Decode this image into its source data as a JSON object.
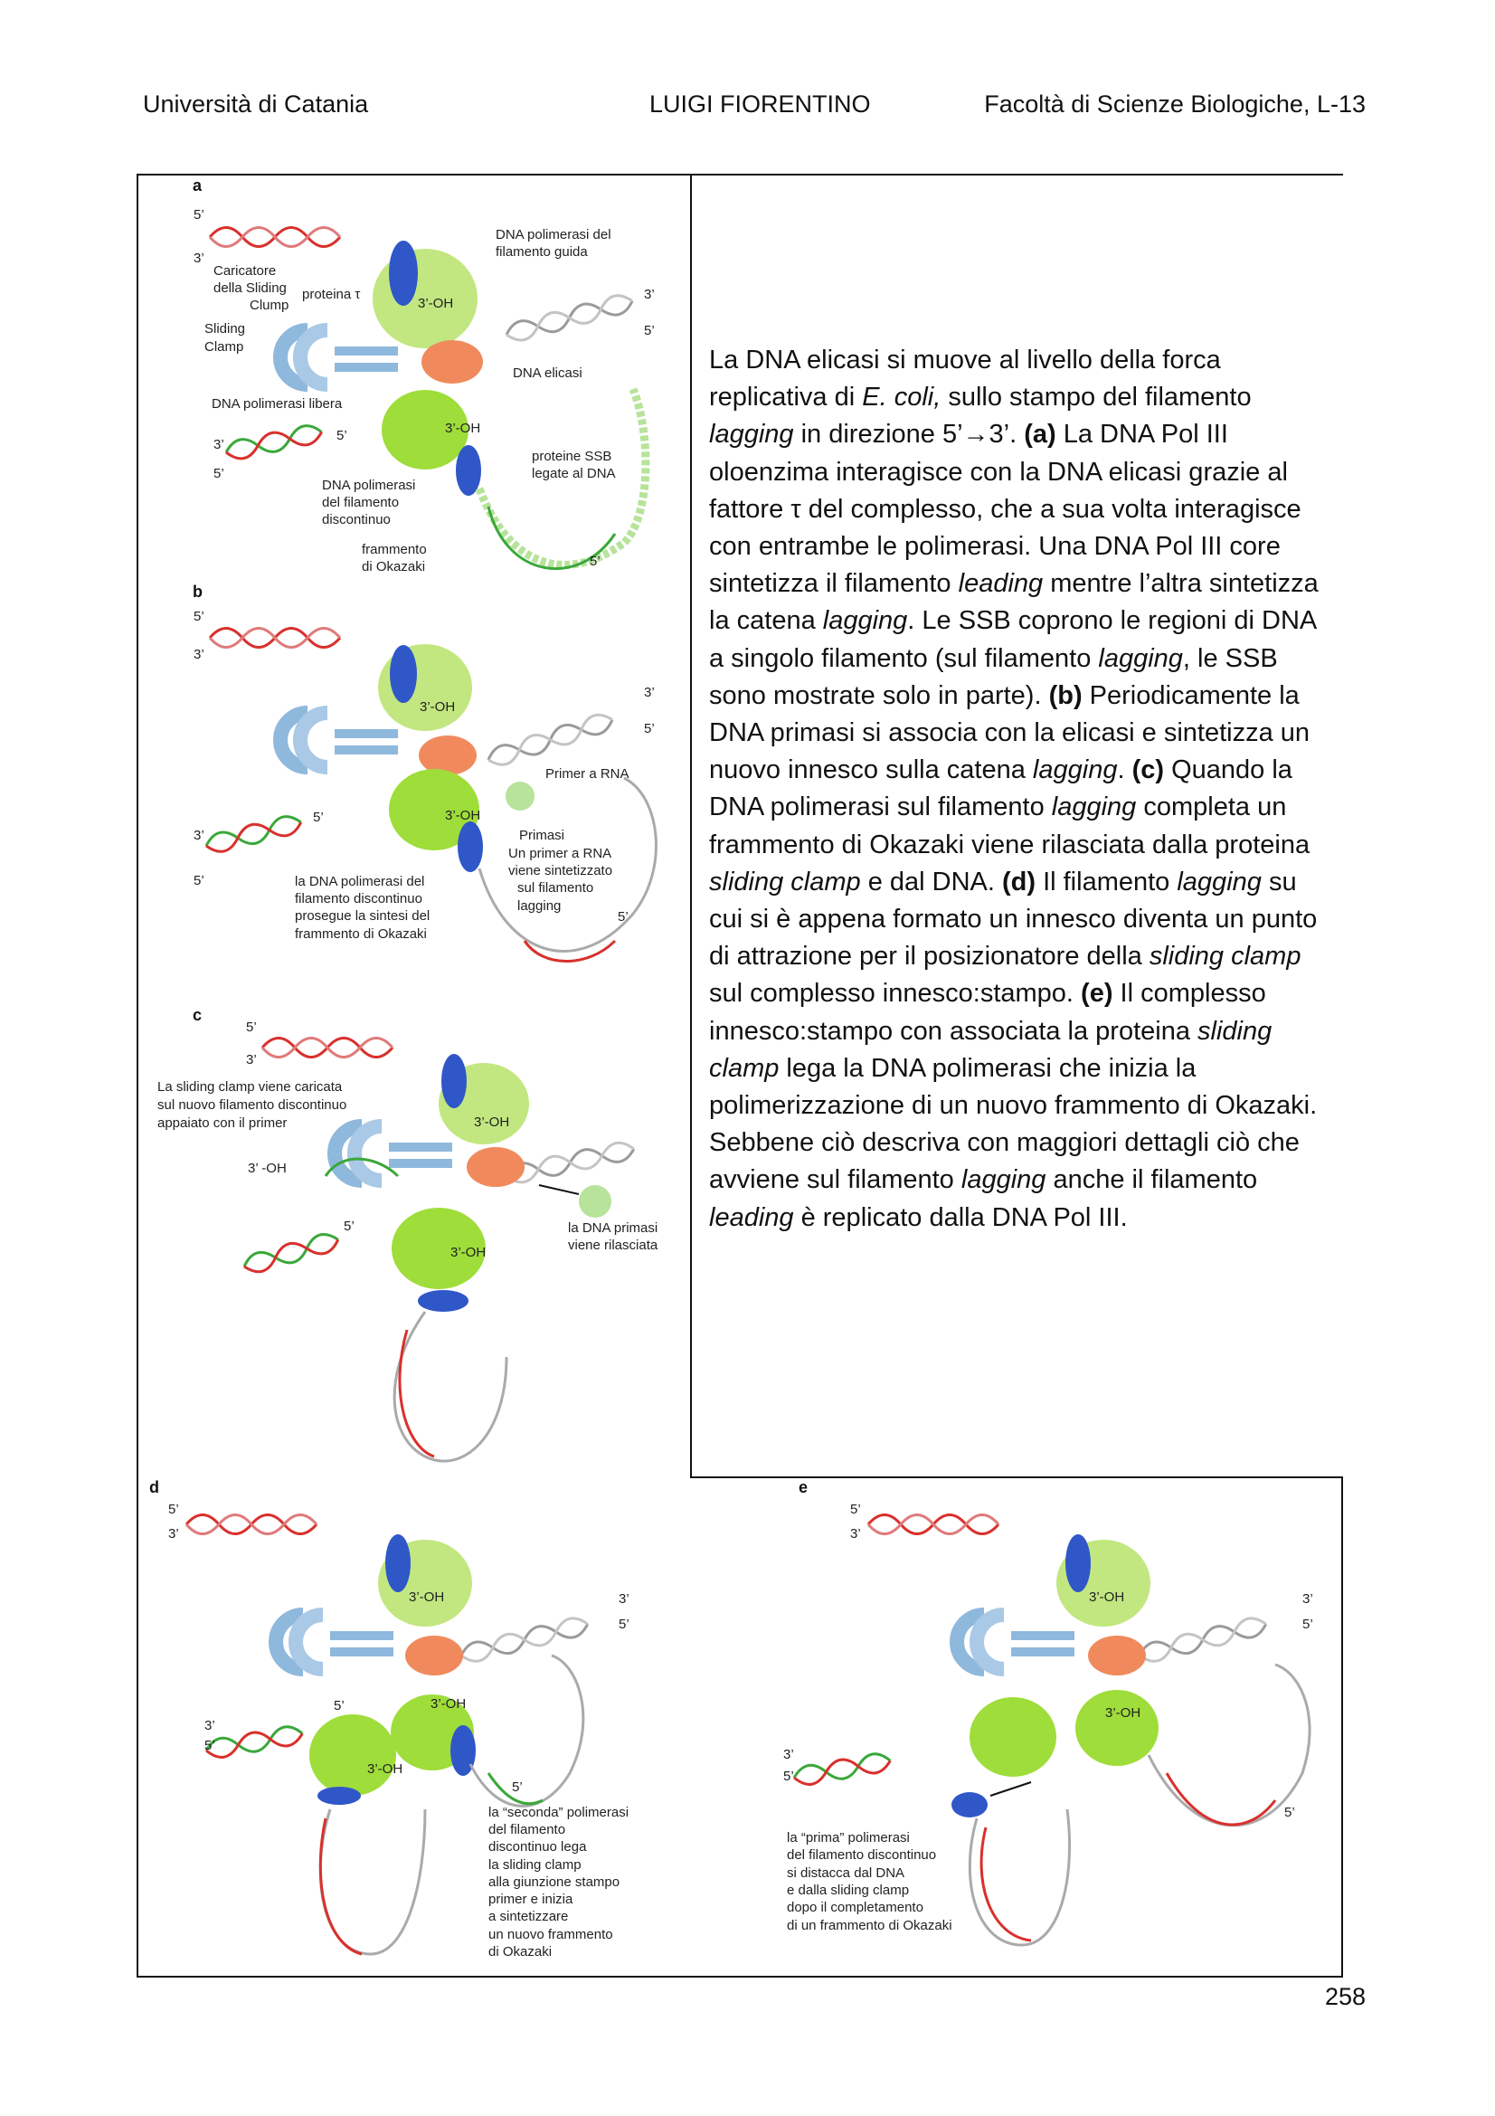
{
  "header": {
    "left": "Università di Catania",
    "center": "LUIGI FIORENTINO",
    "right": "Facoltà di Scienze Biologiche, L-13"
  },
  "page_number": "258",
  "text": {
    "p1": "La DNA elicasi si muove al livello della forca replicativa di ",
    "p1_i": "E. coli,",
    "p2": " sullo stampo del filamento ",
    "p2_i": "lagging",
    "p3": " in direzione 5’→3’. ",
    "p3_b": "(a)",
    "p4": " La DNA Pol III oloenzima interagisce con la DNA elicasi grazie al fattore τ del complesso, che a sua volta interagisce con entrambe le polimerasi. Una DNA Pol III core sintetizza il filamento ",
    "p4_i": "leading",
    "p5": " mentre l’altra sintetizza la catena ",
    "p5_i": "lagging",
    "p6": ". Le SSB coprono le regioni di DNA a singolo filamento (sul filamento ",
    "p6_i": "lagging",
    "p7": ", le SSB sono mostrate solo in parte). ",
    "p7_b": "(b)",
    "p8": " Periodicamente la DNA primasi si associa con la elicasi e sintetizza un nuovo innesco sulla catena ",
    "p8_i": "lagging",
    "p9": ". ",
    "p9_b": "(c)",
    "p10": " Quando la DNA polimerasi sul filamento ",
    "p10_i": "lagging",
    "p11": " completa un frammento di Okazaki viene rilasciata dalla proteina ",
    "p11_i": "sliding clamp",
    "p12": " e dal DNA. ",
    "p12_b": "(d)",
    "p13": " Il filamento ",
    "p13_i": "lagging",
    "p14": " su cui si è appena formato un innesco diventa un punto di attrazione per il posizionatore della ",
    "p14_i": "sliding clamp",
    "p15": " sul complesso innesco:stampo. ",
    "p15_b": "(e)",
    "p16": " Il complesso innesco:stampo con associata la proteina ",
    "p16_i": "sliding clamp",
    "p17": " lega la DNA polimerasi che inizia la polimerizzazione di un nuovo frammento di Okazaki. Sebbene ciò descriva con maggiori dettagli ciò che avviene sul filamento ",
    "p17_i": "lagging",
    "p18": " anche il filamento ",
    "p18_i": "leading",
    "p19": " è replicato dalla DNA Pol III."
  },
  "figure": {
    "panels": {
      "a": "a",
      "b": "b",
      "c": "c",
      "d": "d",
      "e": "e"
    },
    "ends": {
      "five": "5’",
      "three": "3’",
      "oh": "3’-OH",
      "oh2": "3’ -OH"
    },
    "a": {
      "pol_guida_1": "DNA polimerasi del",
      "pol_guida_2": "filamento guida",
      "caricatore_1": "Caricatore",
      "caricatore_2": "della Sliding",
      "caricatore_3": "Clump",
      "proteina_tau": "proteina τ",
      "sliding_1": "Sliding",
      "sliding_2": "Clamp",
      "elicasi": "DNA elicasi",
      "pol_libera": "DNA polimerasi libera",
      "ssb_1": "proteine SSB",
      "ssb_2": "legate al DNA",
      "pol_disc_1": "DNA polimerasi",
      "pol_disc_2": "del filamento",
      "pol_disc_3": "discontinuo",
      "okazaki_1": "frammento",
      "okazaki_2": "di Okazaki"
    },
    "b": {
      "primer_rna": "Primer a RNA",
      "primasi_1": "Primasi",
      "primasi_2": "Un primer a RNA",
      "primasi_3": "viene sintetizzato",
      "primasi_4": "sul filamento",
      "primasi_5": "lagging",
      "prosegue_1": "la DNA polimerasi del",
      "prosegue_2": "filamento discontinuo",
      "prosegue_3": "prosegue la sintesi del",
      "prosegue_4": "frammento di Okazaki"
    },
    "c": {
      "clamp_1": "La sliding clamp viene caricata",
      "clamp_2": "sul nuovo filamento discontinuo",
      "clamp_3": "appaiato con il primer",
      "primasi_1": "la DNA primasi",
      "primasi_2": "viene rilasciata"
    },
    "d": {
      "l1": "la “seconda” polimerasi",
      "l2": "del filamento",
      "l3": "discontinuo lega",
      "l4": "la sliding clamp",
      "l5": "alla giunzione stampo",
      "l6": "primer e inizia",
      "l7": "a sintetizzare",
      "l8": "un nuovo frammento",
      "l9": "di Okazaki"
    },
    "e": {
      "l1": "la “prima” polimerasi",
      "l2": "del filamento discontinuo",
      "l3": "si distacca dal DNA",
      "l4": "e dalla sliding clamp",
      "l5": "dopo il completamento",
      "l6": "di un frammento di Okazaki"
    }
  },
  "colors": {
    "strand_red": "#d9302c",
    "strand_green": "#3aa83a",
    "strand_gray": "#9a9a9a",
    "clamp_blue": "#2f57c8",
    "loader_blue": "#8fb8dd",
    "polymerase_green": "#9fdd3a",
    "helicase_orange": "#f08a5d",
    "ssb_green": "#b7e39a"
  }
}
